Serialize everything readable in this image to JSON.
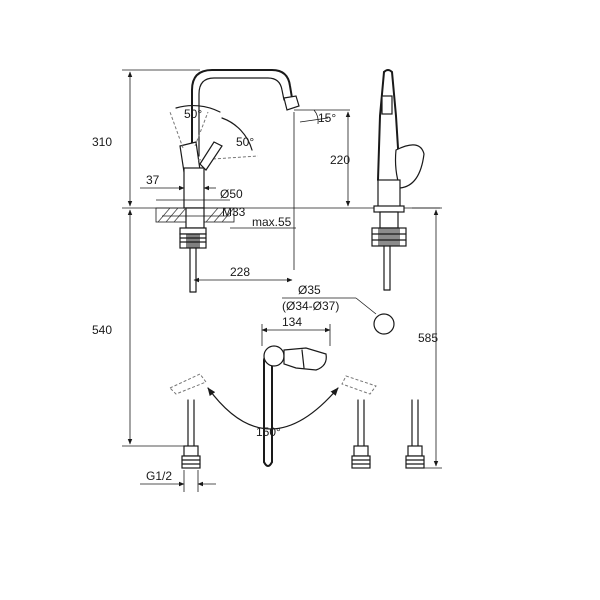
{
  "dimensions": {
    "overall_top": "310",
    "overall_bottom": "540",
    "spout_height": "220",
    "total_height": "585",
    "spout_angle": "15°",
    "lever_angle_a": "50°",
    "lever_angle_b": "50°",
    "body_offset": "37",
    "base_diameter": "Ø50",
    "thread": "M33",
    "max_thickness": "max.55",
    "reach": "228",
    "hole_diameter": "Ø35",
    "hole_range": "(Ø34-Ø37)",
    "handle_reach": "134",
    "swivel_angle": "150°",
    "connection": "G1/2"
  },
  "colors": {
    "line": "#1a1a1a",
    "background": "#ffffff",
    "ghost": "#777777"
  }
}
